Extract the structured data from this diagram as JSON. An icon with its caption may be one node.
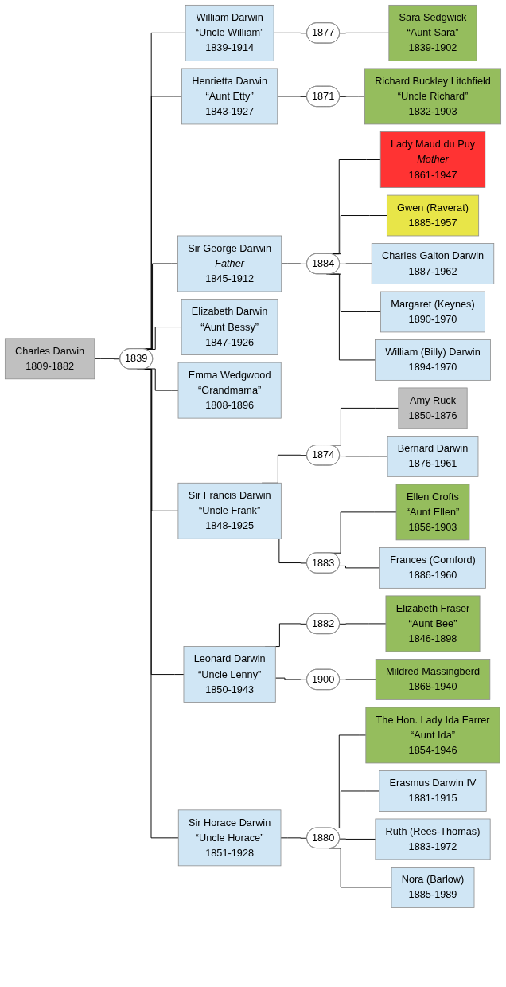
{
  "diagram": {
    "nodes": [
      {
        "text": [
          "William Darwin",
          "“Uncle William”",
          "1839-1914"
        ]
      },
      {
        "text": [
          "1877"
        ]
      },
      {
        "text": [
          "Sara Sedgwick",
          "“Aunt Sara”",
          "1839-1902"
        ]
      },
      {
        "text": [
          "Richard Buckley Litchfield",
          "“Uncle Richard”",
          "1832-1903"
        ]
      },
      {
        "text": [
          "1871"
        ]
      },
      {
        "text": [
          "Henrietta Darwin",
          "“Aunt Etty”",
          "1843-1927"
        ]
      },
      {
        "text": [
          "Sir George Darwin",
          "Father",
          "1845-1912"
        ]
      },
      {
        "text": [
          "Gwen (Raverat)",
          "1885-1957"
        ]
      },
      {
        "text": [
          "Charles Galton Darwin",
          "1887-1962"
        ]
      },
      {
        "text": [
          "1884"
        ]
      },
      {
        "text": [
          "Margaret (Keynes)",
          "1890-1970"
        ]
      },
      {
        "text": [
          "Lady Maud du Puy",
          "Mother",
          "1861-1947"
        ]
      },
      {
        "text": [
          "William (Billy) Darwin",
          "1894-1970"
        ]
      },
      {
        "text": [
          "Charles Darwin",
          "1809-1882"
        ]
      },
      {
        "text": [
          "Elizabeth Darwin",
          "“Aunt Bessy”",
          "1847-1926"
        ]
      },
      {
        "text": [
          "1839"
        ]
      },
      {
        "text": [
          "Emma Wedgwood",
          "“Grandmama”",
          "1808-1896"
        ]
      },
      {
        "text": [
          "Sir Francis Darwin",
          "“Uncle Frank”",
          "1848-1925"
        ]
      },
      {
        "text": [
          "1874"
        ]
      },
      {
        "text": [
          "Bernard Darwin",
          "1876-1961"
        ]
      },
      {
        "text": [
          "Amy Ruck",
          "1850-1876"
        ]
      },
      {
        "text": [
          "1883"
        ]
      },
      {
        "text": [
          "Frances (Cornford)",
          "1886-1960"
        ]
      },
      {
        "text": [
          "Ellen Crofts",
          "“Aunt Ellen”",
          "1856-1903"
        ]
      },
      {
        "text": [
          "Leonard Darwin",
          "“Uncle Lenny”",
          "1850-1943"
        ]
      },
      {
        "text": [
          "1882"
        ]
      },
      {
        "text": [
          "Elizabeth Fraser",
          "“Aunt Bee”",
          "1846-1898"
        ]
      },
      {
        "text": [
          "1900"
        ]
      },
      {
        "text": [
          "Mildred Massingberd",
          "1868-1940"
        ]
      },
      {
        "text": [
          "Sir Horace Darwin",
          "“Uncle Horace”",
          "1851-1928"
        ]
      },
      {
        "text": [
          "Erasmus Darwin IV",
          "1881-1915"
        ]
      },
      {
        "text": [
          "1880"
        ]
      },
      {
        "text": [
          "Ruth (Rees-Thomas)",
          "1883-1972"
        ]
      },
      {
        "text": [
          "The Hon. Lady Ida Farrer",
          "“Aunt Ida”",
          "1854-1946"
        ]
      },
      {
        "text": [
          "Nora (Barlow)",
          "1885-1989"
        ]
      }
    ],
    "edges": [
      {
        "from": 13,
        "to": 15,
        "arrow": "none"
      },
      {
        "from": 15,
        "to": 16,
        "arrow": "none"
      },
      {
        "from": 15,
        "to": 0,
        "arrow": "none"
      },
      {
        "from": 15,
        "to": 5,
        "arrow": "none"
      },
      {
        "from": 15,
        "to": 6,
        "arrow": "none"
      },
      {
        "from": 15,
        "to": 14,
        "arrow": "none"
      },
      {
        "from": 15,
        "to": 17,
        "arrow": "none"
      },
      {
        "from": 15,
        "to": 24,
        "arrow": "none"
      },
      {
        "from": 15,
        "to": 29,
        "arrow": "none"
      },
      {
        "from": 0,
        "to": 1,
        "arrow": "none"
      },
      {
        "from": 1,
        "to": 2,
        "arrow": "none"
      },
      {
        "from": 5,
        "to": 4,
        "arrow": "none"
      },
      {
        "from": 4,
        "to": 3,
        "arrow": "none"
      },
      {
        "from": 6,
        "to": 9,
        "arrow": "none"
      },
      {
        "from": 9,
        "to": 11,
        "arrow": "none"
      },
      {
        "from": 9,
        "to": 7,
        "arrow": "none"
      },
      {
        "from": 9,
        "to": 8,
        "arrow": "none"
      },
      {
        "from": 9,
        "to": 10,
        "arrow": "none"
      },
      {
        "from": 9,
        "to": 12,
        "arrow": "none"
      },
      {
        "from": 17,
        "to": 18,
        "arrow": "none"
      },
      {
        "from": 18,
        "to": 20,
        "arrow": "none"
      },
      {
        "from": 18,
        "to": 19,
        "arrow": "none"
      },
      {
        "from": 17,
        "to": 21,
        "arrow": "none"
      },
      {
        "from": 21,
        "to": 23,
        "arrow": "none"
      },
      {
        "from": 21,
        "to": 22,
        "arrow": "none"
      },
      {
        "from": 24,
        "to": 25,
        "arrow": "none"
      },
      {
        "from": 25,
        "to": 26,
        "arrow": "none"
      },
      {
        "from": 24,
        "to": 27,
        "arrow": "none"
      },
      {
        "from": 27,
        "to": 28,
        "arrow": "none"
      },
      {
        "from": 29,
        "to": 31,
        "arrow": "none"
      },
      {
        "from": 31,
        "to": 33,
        "arrow": "none"
      },
      {
        "from": 31,
        "to": 30,
        "arrow": "none"
      },
      {
        "from": 31,
        "to": 32,
        "arrow": "none"
      },
      {
        "from": 31,
        "to": 34,
        "arrow": "none"
      }
    ]
  }
}
